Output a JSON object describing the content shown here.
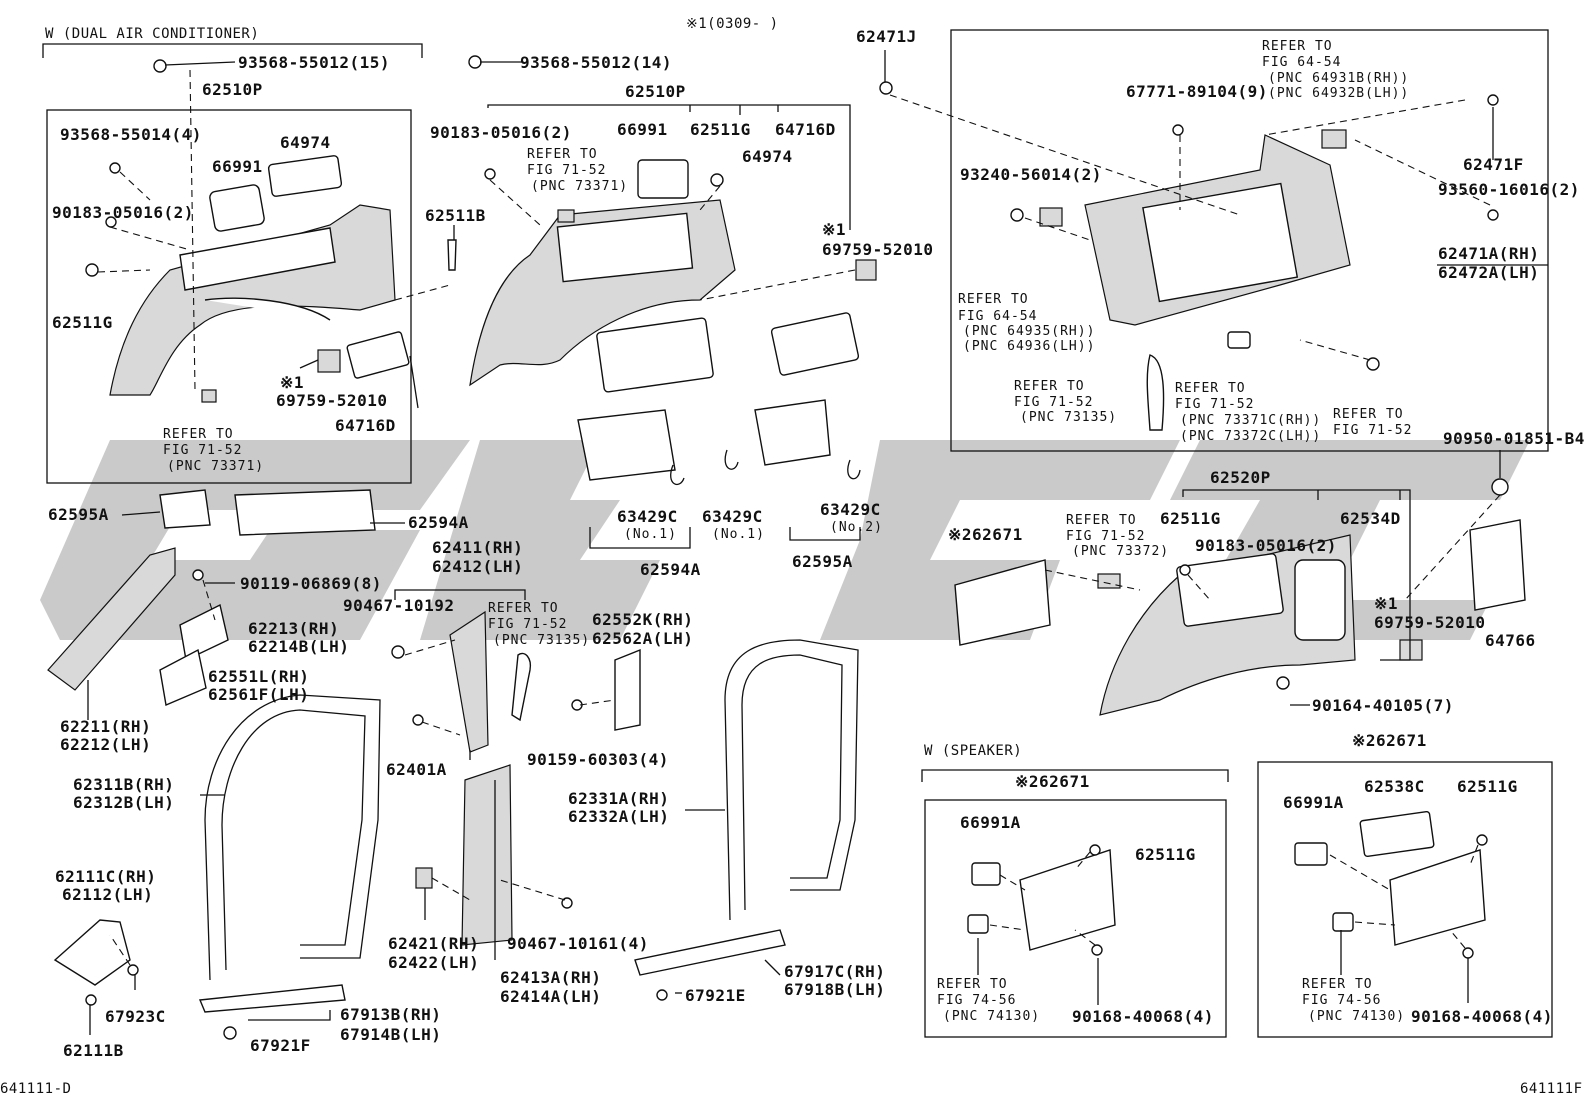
{
  "diagram": {
    "header_note": "※1(0309-     )",
    "footer_left": "641111-D",
    "footer_right": "641111F",
    "groups": [
      {
        "key": "dual_ac",
        "title": "W (DUAL AIR CONDITIONER)"
      },
      {
        "key": "speaker",
        "title": "W (SPEAKER)"
      }
    ],
    "labels": [
      {
        "id": "l1",
        "text": "93568-55012(15)"
      },
      {
        "id": "l2",
        "text": "62510P"
      },
      {
        "id": "l3",
        "text": "93568-55014(4)"
      },
      {
        "id": "l4",
        "text": "64974"
      },
      {
        "id": "l5",
        "text": "66991"
      },
      {
        "id": "l6",
        "text": "90183-05016(2)"
      },
      {
        "id": "l7",
        "text": "62511G"
      },
      {
        "id": "l8",
        "text": "※1"
      },
      {
        "id": "l9",
        "text": "69759-52010"
      },
      {
        "id": "l10",
        "text": "64716D"
      },
      {
        "id": "l11",
        "text": "REFER TO"
      },
      {
        "id": "l12",
        "text": "FIG 71-52"
      },
      {
        "id": "l13",
        "text": "(PNC 73371)"
      },
      {
        "id": "l14",
        "text": "93568-55012(14)"
      },
      {
        "id": "l15",
        "text": "62510P"
      },
      {
        "id": "l16",
        "text": "90183-05016(2)"
      },
      {
        "id": "l17",
        "text": "66991"
      },
      {
        "id": "l18",
        "text": "62511G"
      },
      {
        "id": "l19",
        "text": "64716D"
      },
      {
        "id": "l20",
        "text": "64974"
      },
      {
        "id": "l21",
        "text": "REFER TO"
      },
      {
        "id": "l22",
        "text": "FIG 71-52"
      },
      {
        "id": "l23",
        "text": "(PNC 73371)"
      },
      {
        "id": "l24",
        "text": "62511B"
      },
      {
        "id": "l25",
        "text": "※1"
      },
      {
        "id": "l26",
        "text": "69759-52010"
      },
      {
        "id": "l27",
        "text": "62471J"
      },
      {
        "id": "l28",
        "text": "REFER TO"
      },
      {
        "id": "l29",
        "text": "FIG 64-54"
      },
      {
        "id": "l30",
        "text": "(PNC 64931B(RH))"
      },
      {
        "id": "l31",
        "text": "(PNC 64932B(LH))"
      },
      {
        "id": "l32",
        "text": "67771-89104(9)"
      },
      {
        "id": "l33",
        "text": "62471F"
      },
      {
        "id": "l34",
        "text": "93240-56014(2)"
      },
      {
        "id": "l35",
        "text": "93560-16016(2)"
      },
      {
        "id": "l36",
        "text": "62471A(RH)"
      },
      {
        "id": "l37",
        "text": "62472A(LH)"
      },
      {
        "id": "l38",
        "text": "REFER TO"
      },
      {
        "id": "l39",
        "text": "FIG 64-54"
      },
      {
        "id": "l40",
        "text": "(PNC 64935(RH))"
      },
      {
        "id": "l41",
        "text": "(PNC 64936(LH))"
      },
      {
        "id": "l42",
        "text": "REFER TO"
      },
      {
        "id": "l43",
        "text": "FIG 71-52"
      },
      {
        "id": "l44",
        "text": "(PNC 73135)"
      },
      {
        "id": "l45",
        "text": "REFER TO"
      },
      {
        "id": "l46",
        "text": "FIG 71-52"
      },
      {
        "id": "l47",
        "text": "(PNC 73371C(RH))"
      },
      {
        "id": "l48",
        "text": "(PNC 73372C(LH))"
      },
      {
        "id": "l49",
        "text": "REFER TO"
      },
      {
        "id": "l50",
        "text": "FIG 71-52"
      },
      {
        "id": "l51",
        "text": "90950-01851-B4"
      },
      {
        "id": "l52",
        "text": "62595A"
      },
      {
        "id": "l53",
        "text": "62594A"
      },
      {
        "id": "l54",
        "text": "63429C"
      },
      {
        "id": "l55",
        "text": "(No.1)"
      },
      {
        "id": "l56",
        "text": "63429C"
      },
      {
        "id": "l57",
        "text": "(No.1)"
      },
      {
        "id": "l58",
        "text": "63429C"
      },
      {
        "id": "l59",
        "text": "(No.2)"
      },
      {
        "id": "l60",
        "text": "62594A"
      },
      {
        "id": "l61",
        "text": "62595A"
      },
      {
        "id": "l62",
        "text": "62520P"
      },
      {
        "id": "l63",
        "text": "※262671"
      },
      {
        "id": "l64",
        "text": "REFER TO"
      },
      {
        "id": "l65",
        "text": "FIG 71-52"
      },
      {
        "id": "l66",
        "text": "(PNC 73372)"
      },
      {
        "id": "l67",
        "text": "62511G"
      },
      {
        "id": "l68",
        "text": "62534D"
      },
      {
        "id": "l69",
        "text": "90183-05016(2)"
      },
      {
        "id": "l70",
        "text": "※1"
      },
      {
        "id": "l71",
        "text": "69759-52010"
      },
      {
        "id": "l72",
        "text": "64766"
      },
      {
        "id": "l73",
        "text": "90164-40105(7)"
      },
      {
        "id": "l74",
        "text": "62411(RH)"
      },
      {
        "id": "l75",
        "text": "62412(LH)"
      },
      {
        "id": "l76",
        "text": "90467-10192"
      },
      {
        "id": "l77",
        "text": "REFER TO"
      },
      {
        "id": "l78",
        "text": "FIG 71-52"
      },
      {
        "id": "l79",
        "text": "(PNC 73135)"
      },
      {
        "id": "l80",
        "text": "62552K(RH)"
      },
      {
        "id": "l81",
        "text": "62562A(LH)"
      },
      {
        "id": "l82",
        "text": "90119-06869(8)"
      },
      {
        "id": "l83",
        "text": "62213(RH)"
      },
      {
        "id": "l84",
        "text": "62214B(LH)"
      },
      {
        "id": "l85",
        "text": "62551L(RH)"
      },
      {
        "id": "l86",
        "text": "62561F(LH)"
      },
      {
        "id": "l87",
        "text": "62211(RH)"
      },
      {
        "id": "l88",
        "text": "62212(LH)"
      },
      {
        "id": "l89",
        "text": "62401A"
      },
      {
        "id": "l90",
        "text": "90159-60303(4)"
      },
      {
        "id": "l91",
        "text": "62311B(RH)"
      },
      {
        "id": "l92",
        "text": "62312B(LH)"
      },
      {
        "id": "l93",
        "text": "62331A(RH)"
      },
      {
        "id": "l94",
        "text": "62332A(LH)"
      },
      {
        "id": "l95",
        "text": "62111C(RH)"
      },
      {
        "id": "l96",
        "text": "62112(LH)"
      },
      {
        "id": "l97",
        "text": "62421(RH)"
      },
      {
        "id": "l98",
        "text": "62422(LH)"
      },
      {
        "id": "l99",
        "text": "90467-10161(4)"
      },
      {
        "id": "l100",
        "text": "62413A(RH)"
      },
      {
        "id": "l101",
        "text": "62414A(LH)"
      },
      {
        "id": "l102",
        "text": "67917C(RH)"
      },
      {
        "id": "l103",
        "text": "67918B(LH)"
      },
      {
        "id": "l104",
        "text": "67921E"
      },
      {
        "id": "l105",
        "text": "67923C"
      },
      {
        "id": "l106",
        "text": "62111B"
      },
      {
        "id": "l107",
        "text": "67913B(RH)"
      },
      {
        "id": "l108",
        "text": "67914B(LH)"
      },
      {
        "id": "l109",
        "text": "67921F"
      },
      {
        "id": "l110",
        "text": "※262671"
      },
      {
        "id": "l111",
        "text": "66991A"
      },
      {
        "id": "l112",
        "text": "62511G"
      },
      {
        "id": "l113",
        "text": "REFER TO"
      },
      {
        "id": "l114",
        "text": "FIG 74-56"
      },
      {
        "id": "l115",
        "text": "(PNC 74130)"
      },
      {
        "id": "l116",
        "text": "90168-40068(4)"
      },
      {
        "id": "l117",
        "text": "※262671"
      },
      {
        "id": "l118",
        "text": "66991A"
      },
      {
        "id": "l119",
        "text": "62538C"
      },
      {
        "id": "l120",
        "text": "62511G"
      },
      {
        "id": "l121",
        "text": "REFER TO"
      },
      {
        "id": "l122",
        "text": "FIG 74-56"
      },
      {
        "id": "l123",
        "text": "(PNC 74130)"
      },
      {
        "id": "l124",
        "text": "90168-40068(4)"
      }
    ]
  }
}
